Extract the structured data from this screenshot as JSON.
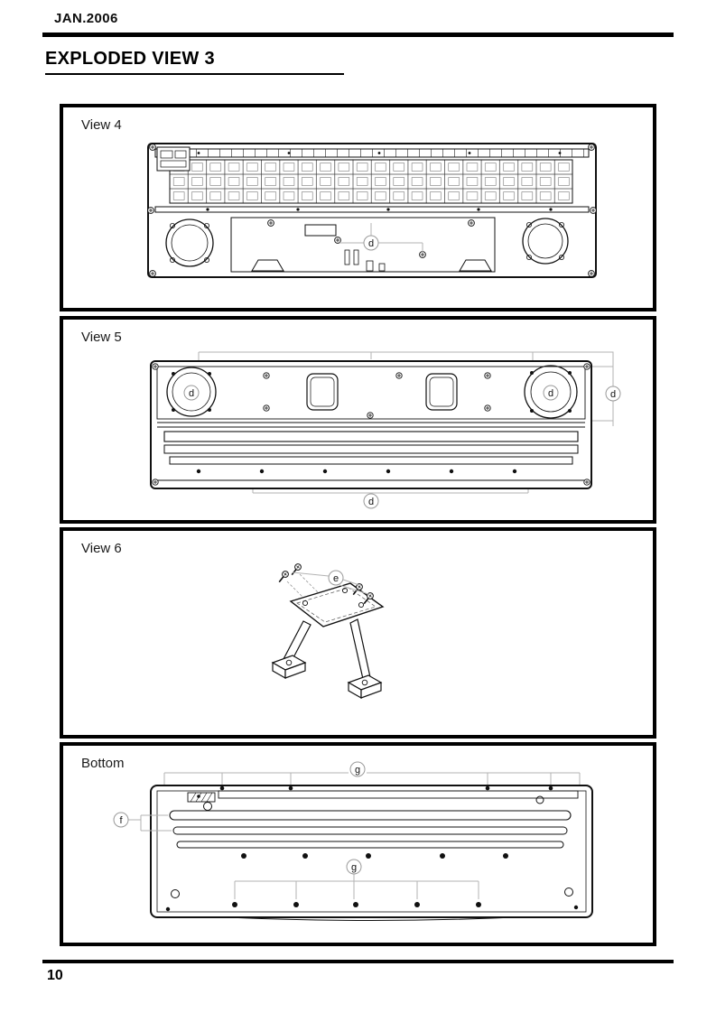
{
  "page": {
    "header_date": "JAN.2006",
    "title": "EXPLODED VIEW 3",
    "page_number": "10"
  },
  "panels": [
    {
      "id": "view4",
      "label": "View 4"
    },
    {
      "id": "view5",
      "label": "View 5"
    },
    {
      "id": "view6",
      "label": "View 6"
    },
    {
      "id": "bottom",
      "label": "Bottom"
    }
  ],
  "callouts": {
    "view4_d": "d",
    "view5_left_d": "d",
    "view5_right_d": "d",
    "view5_side_d": "d",
    "view5_bottom_d": "d",
    "view6_e": "e",
    "bottom_top_g": "g",
    "bottom_f": "f",
    "bottom_mid_g": "g"
  },
  "colors": {
    "line": "#111111",
    "leader": "#b3b3b3",
    "rule": "#000000",
    "background": "#ffffff"
  }
}
